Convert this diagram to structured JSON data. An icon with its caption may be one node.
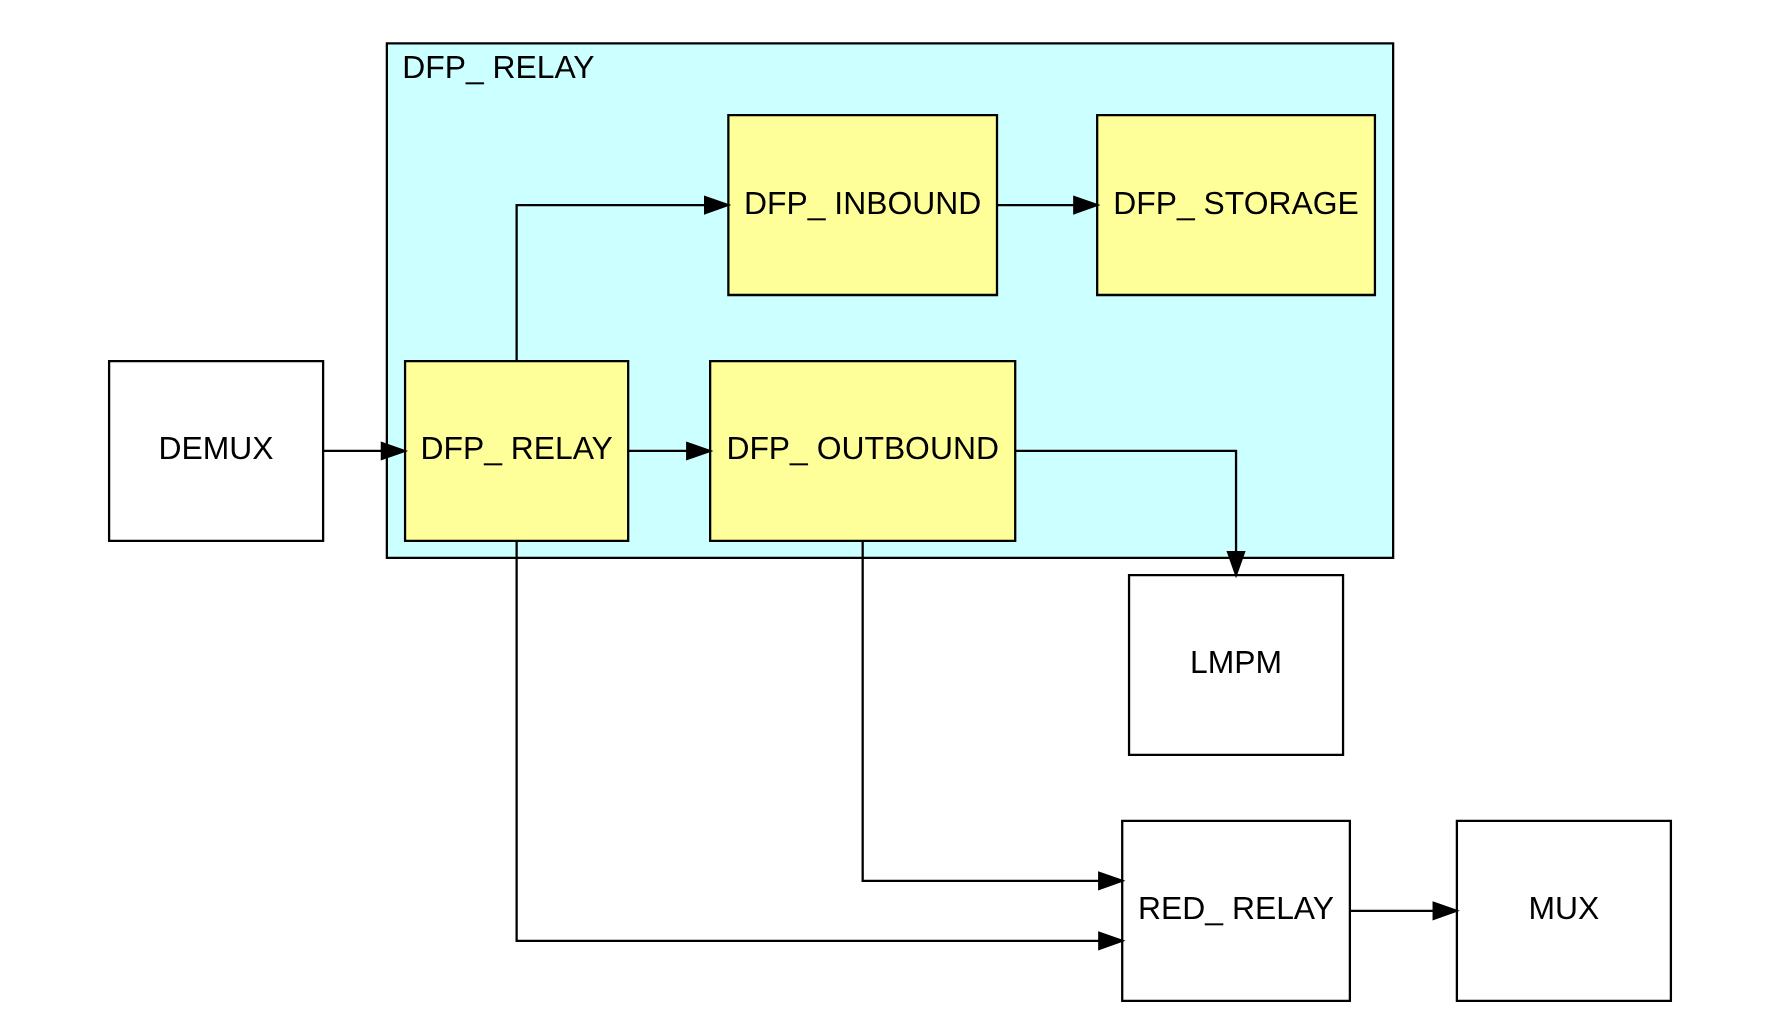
{
  "diagram": {
    "nodes": [
      {
        "text": [
          "DFP_ RELAY"
        ]
      },
      {
        "text": [
          "DFP_ RELAY"
        ],
        "in": 0
      },
      {
        "text": [
          "DFP_ OUTBOUND"
        ],
        "in": 0
      },
      {
        "text": [
          "DFP_ INBOUND"
        ],
        "in": 0
      },
      {
        "text": [
          "DFP_ STORAGE"
        ],
        "in": 0
      },
      {
        "text": [
          "RED_ RELAY"
        ]
      },
      {
        "text": [
          "LMPM"
        ]
      },
      {
        "text": [
          "DEMUX"
        ]
      },
      {
        "text": [
          "MUX"
        ]
      }
    ],
    "edges": [
      {
        "from": 7,
        "to": 1,
        "arrow": "to"
      },
      {
        "from": 1,
        "to": 5,
        "arrow": "to"
      },
      {
        "from": 1,
        "to": 2,
        "arrow": "to"
      },
      {
        "from": 1,
        "to": 3,
        "arrow": "to"
      },
      {
        "from": 2,
        "to": 5,
        "arrow": "to"
      },
      {
        "from": 2,
        "to": 6,
        "arrow": "to"
      },
      {
        "from": 3,
        "to": 4,
        "arrow": "to"
      },
      {
        "from": 5,
        "to": 8,
        "arrow": "to"
      }
    ]
  }
}
